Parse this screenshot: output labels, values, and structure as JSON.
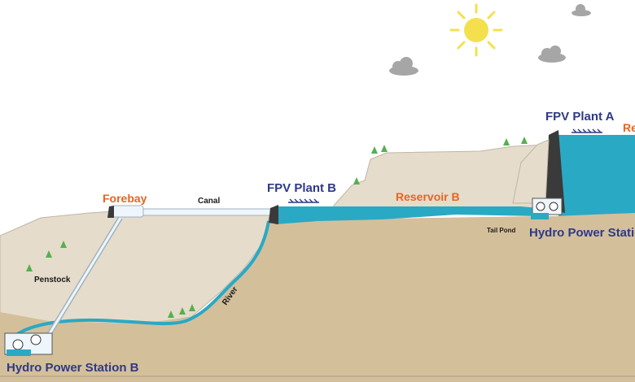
{
  "labels": {
    "fpv_plant_a": "FPV Plant A",
    "reservoir_a_partial": "Re",
    "fpv_plant_b": "FPV Plant B",
    "reservoir_b": "Reservoir B",
    "forebay": "Forebay",
    "canal": "Canal",
    "penstock": "Penstock",
    "river": "River",
    "tail_pond": "Tail Pond",
    "hydro_station_a": "Hydro Power Statio",
    "hydro_station_b": "Hydro Power Station B"
  },
  "colors": {
    "label_blue": "#2e3a87",
    "label_orange": "#e8641f",
    "water": "#2aa9c4",
    "ground": "#d4bf9b",
    "hill": "#e6dccb",
    "dam": "#3a3a3a",
    "sun": "#f4e04d",
    "cloud": "#a6a6a6",
    "tree": "#55b04f"
  },
  "icons": [
    "sun-icon",
    "cloud-icon",
    "tree-icon",
    "solar-panel-icon",
    "turbine-icon",
    "dam-icon"
  ]
}
